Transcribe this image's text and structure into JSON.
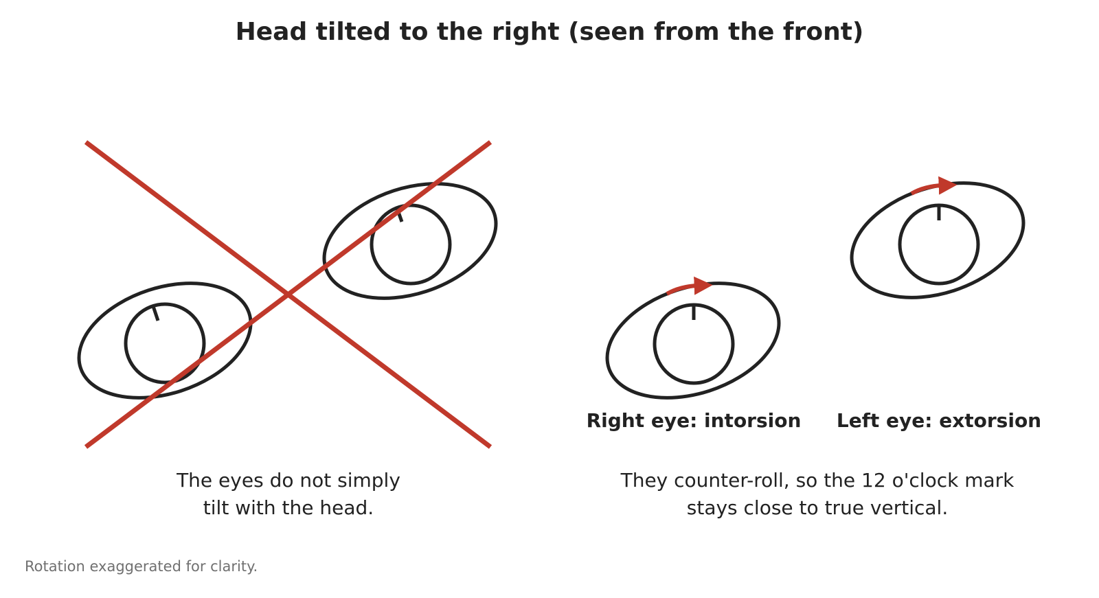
{
  "title": "Head tilted to the right (seen from the front)",
  "left_panel": {
    "caption_lines": [
      "The eyes do not simply",
      "tilt with the head."
    ]
  },
  "right_panel": {
    "right_eye_label": "Right eye: intorsion",
    "left_eye_label": "Left eye: extorsion",
    "caption_lines": [
      "They counter-roll, so the 12 o'clock mark",
      "stays close to true vertical."
    ]
  },
  "footnote": "Rotation exaggerated for clarity.",
  "colors": {
    "ink": "#222222",
    "accent": "#c0392b",
    "muted": "#707070"
  }
}
